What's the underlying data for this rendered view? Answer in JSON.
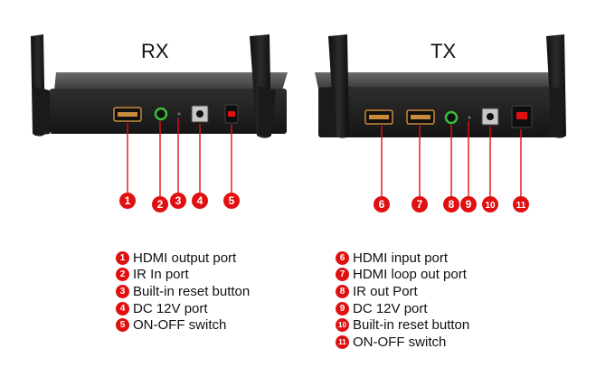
{
  "rx": {
    "title": "RX",
    "callouts": [
      "1",
      "2",
      "3",
      "4",
      "5"
    ],
    "legend": [
      {
        "num": "1",
        "text": "HDMI output port"
      },
      {
        "num": "2",
        "text": "IR In port"
      },
      {
        "num": "3",
        "text": "Built-in reset button"
      },
      {
        "num": "4",
        "text": "DC 12V port"
      },
      {
        "num": "5",
        "text": "ON-OFF switch"
      }
    ]
  },
  "tx": {
    "title": "TX",
    "callouts": [
      "6",
      "7",
      "8",
      "9",
      "10",
      "11"
    ],
    "legend": [
      {
        "num": "6",
        "text": "HDMI input port"
      },
      {
        "num": "7",
        "text": "HDMI loop out port"
      },
      {
        "num": "8",
        "text": "IR out Port"
      },
      {
        "num": "9",
        "text": "DC 12V port"
      },
      {
        "num": "10",
        "text": "Built-in reset button"
      },
      {
        "num": "11",
        "text": "ON-OFF switch"
      }
    ]
  },
  "colors": {
    "callout": "#e01010",
    "device_body": "#2b2b2b",
    "device_top": "#555555",
    "antenna": "#1a1a1a",
    "port_accent": "#c98a3a",
    "ir_port": "#3cbf3c"
  }
}
